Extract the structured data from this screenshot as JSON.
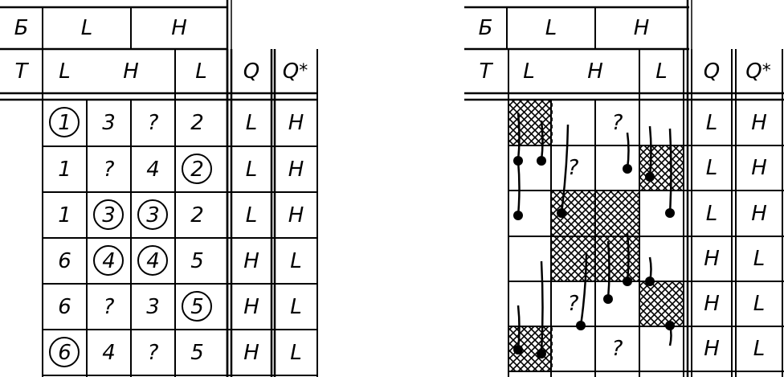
{
  "left_table": {
    "header_row1": {
      "g": "Б",
      "l": "L",
      "h": "H"
    },
    "header_row2": {
      "t": "T",
      "c1": "L",
      "c2": "H",
      "c3": "L",
      "q": "Q",
      "qstar": "Q",
      "star": "*"
    },
    "rows": [
      {
        "cells": [
          "1",
          "3",
          "?",
          "2"
        ],
        "circled": [
          0
        ],
        "q": "L",
        "qstar": "H"
      },
      {
        "cells": [
          "1",
          "?",
          "4",
          "2"
        ],
        "circled": [
          3
        ],
        "q": "L",
        "qstar": "H"
      },
      {
        "cells": [
          "1",
          "3",
          "3",
          "2"
        ],
        "circled": [
          1,
          2
        ],
        "q": "L",
        "qstar": "H"
      },
      {
        "cells": [
          "6",
          "4",
          "4",
          "5"
        ],
        "circled": [
          1,
          2
        ],
        "q": "H",
        "qstar": "L"
      },
      {
        "cells": [
          "6",
          "?",
          "3",
          "5"
        ],
        "circled": [
          3
        ],
        "q": "H",
        "qstar": "L"
      },
      {
        "cells": [
          "6",
          "4",
          "?",
          "5"
        ],
        "circled": [
          0
        ],
        "q": "H",
        "qstar": "L"
      }
    ]
  },
  "right_table": {
    "header_row1": {
      "g": "Б",
      "l": "L",
      "h": "H"
    },
    "header_row2": {
      "t": "T",
      "c1": "L",
      "c2": "H",
      "c3": "L",
      "q": "Q",
      "qstar": "Q",
      "star": "*"
    },
    "rows": [
      {
        "cells": [
          "",
          "",
          "?",
          ""
        ],
        "hatched": [
          0
        ],
        "q": "L",
        "qstar": "H"
      },
      {
        "cells": [
          "",
          "?",
          "",
          ""
        ],
        "hatched": [
          3
        ],
        "q": "L",
        "qstar": "H"
      },
      {
        "cells": [
          "",
          "",
          "",
          ""
        ],
        "hatched": [
          1,
          2
        ],
        "q": "L",
        "qstar": "H"
      },
      {
        "cells": [
          "",
          "",
          "",
          ""
        ],
        "hatched": [
          1,
          2
        ],
        "q": "H",
        "qstar": "L"
      },
      {
        "cells": [
          "",
          "?",
          "",
          ""
        ],
        "hatched": [
          3
        ],
        "q": "H",
        "qstar": "L"
      },
      {
        "cells": [
          "",
          "",
          "?",
          ""
        ],
        "hatched": [
          0
        ],
        "q": "H",
        "qstar": "L"
      }
    ]
  },
  "colors": {
    "ink": "#000000",
    "paper": "#ffffff"
  }
}
